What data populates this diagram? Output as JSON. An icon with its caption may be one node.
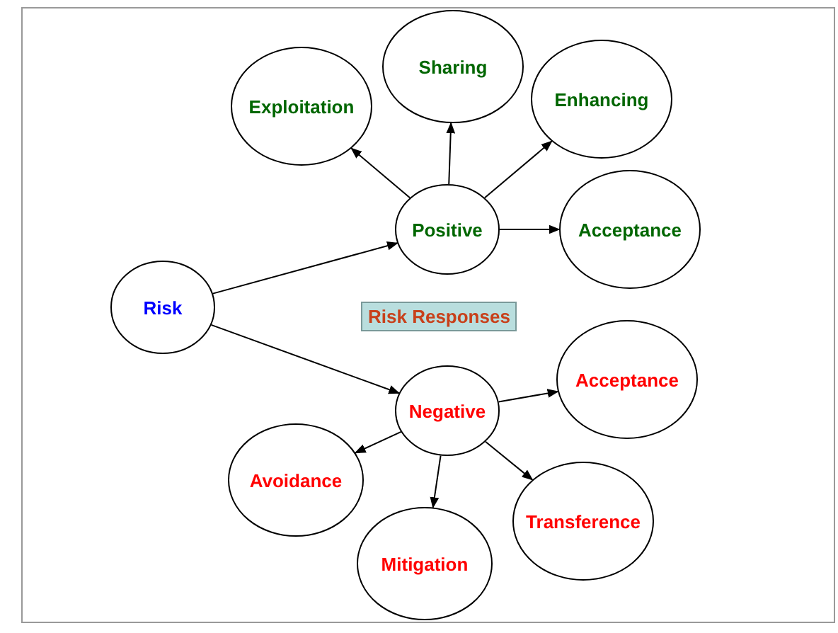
{
  "diagram": {
    "nodes": [
      {
        "text": [
          "Risk"
        ]
      },
      {
        "text": [
          "Positive"
        ]
      },
      {
        "text": [
          "Exploitation"
        ]
      },
      {
        "text": [
          "Sharing"
        ]
      },
      {
        "text": [
          "Enhancing"
        ]
      },
      {
        "text": [
          "Acceptance"
        ]
      },
      {
        "text": [
          "Negative"
        ]
      },
      {
        "text": [
          "Acceptance"
        ]
      },
      {
        "text": [
          "Avoidance"
        ]
      },
      {
        "text": [
          "Mitigation"
        ]
      },
      {
        "text": [
          "Transference"
        ]
      }
    ],
    "edges": [
      {
        "from": 0,
        "to": 1,
        "arrow": "to"
      },
      {
        "from": 0,
        "to": 6,
        "arrow": "to"
      },
      {
        "from": 1,
        "to": 2,
        "arrow": "to"
      },
      {
        "from": 1,
        "to": 3,
        "arrow": "to"
      },
      {
        "from": 1,
        "to": 4,
        "arrow": "to"
      },
      {
        "from": 1,
        "to": 5,
        "arrow": "to"
      },
      {
        "from": 6,
        "to": 7,
        "arrow": "to"
      },
      {
        "from": 6,
        "to": 8,
        "arrow": "to"
      },
      {
        "from": 6,
        "to": 9,
        "arrow": "to"
      },
      {
        "from": 6,
        "to": 10,
        "arrow": "to"
      }
    ],
    "labels": [
      "Risk Responses"
    ]
  }
}
